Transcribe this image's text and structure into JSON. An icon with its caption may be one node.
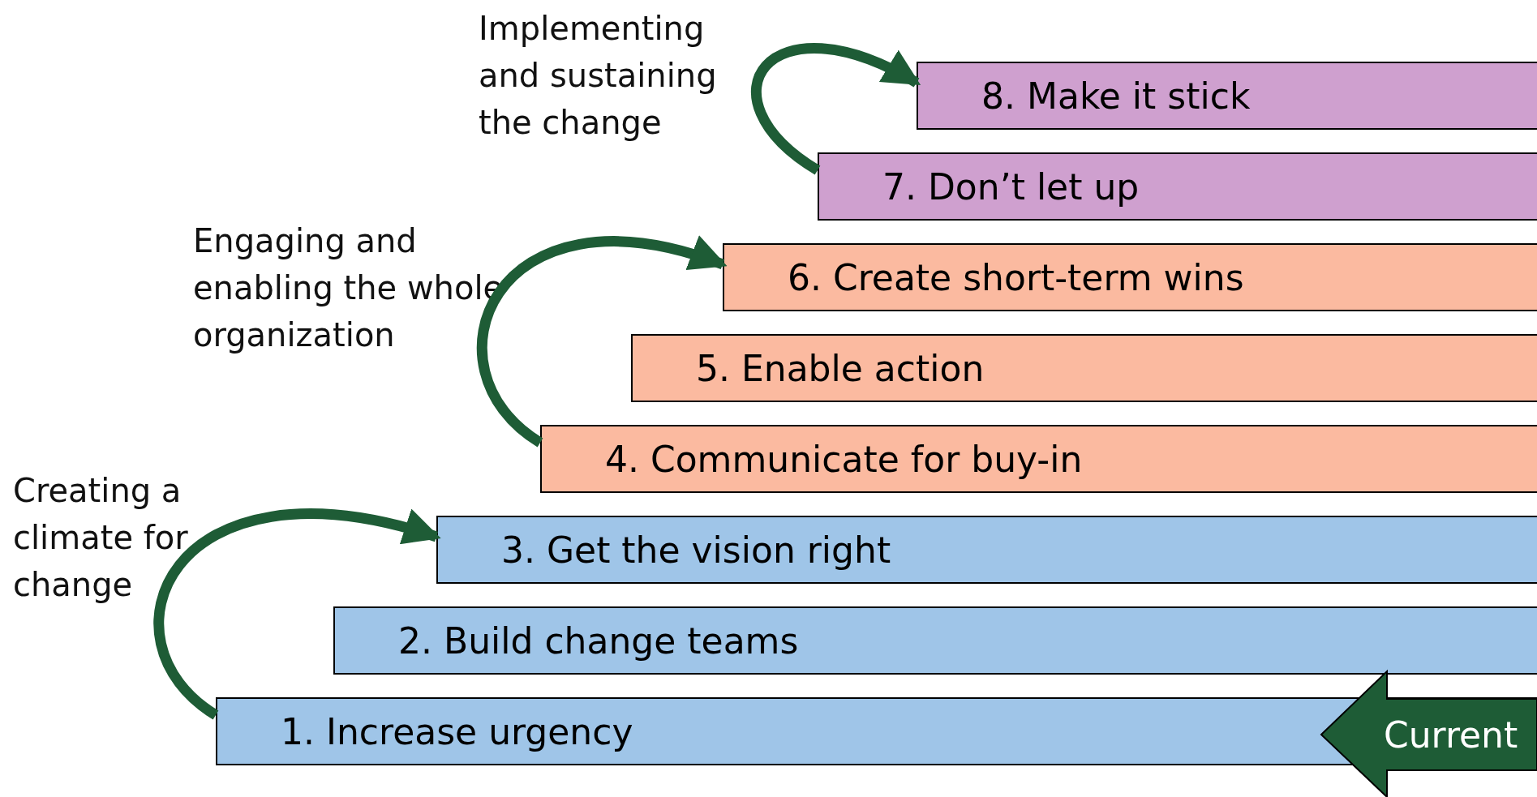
{
  "diagram": {
    "nodes": [
      {
        "text": [
          "8. Make it stick"
        ]
      },
      {
        "text": [
          "7. Don’t let up"
        ]
      },
      {
        "text": [
          "6. Create short-term wins"
        ]
      },
      {
        "text": [
          "5. Enable action"
        ]
      },
      {
        "text": [
          "4. Communicate for buy-in"
        ]
      },
      {
        "text": [
          "3. Get the vision right"
        ]
      },
      {
        "text": [
          "2. Build change teams"
        ]
      },
      {
        "text": [
          "1. Increase urgency"
        ]
      },
      {
        "text": [
          "Current"
        ]
      }
    ],
    "edges": [
      {
        "from": 7,
        "to": 5,
        "arrow": "to"
      },
      {
        "from": 4,
        "to": 2,
        "arrow": "to"
      },
      {
        "from": 1,
        "to": 0,
        "arrow": "to"
      }
    ],
    "labels": [
      "Implementing and sustaining the change",
      "Engaging and enabling the whole organization",
      "Creating a climate for change"
    ]
  }
}
